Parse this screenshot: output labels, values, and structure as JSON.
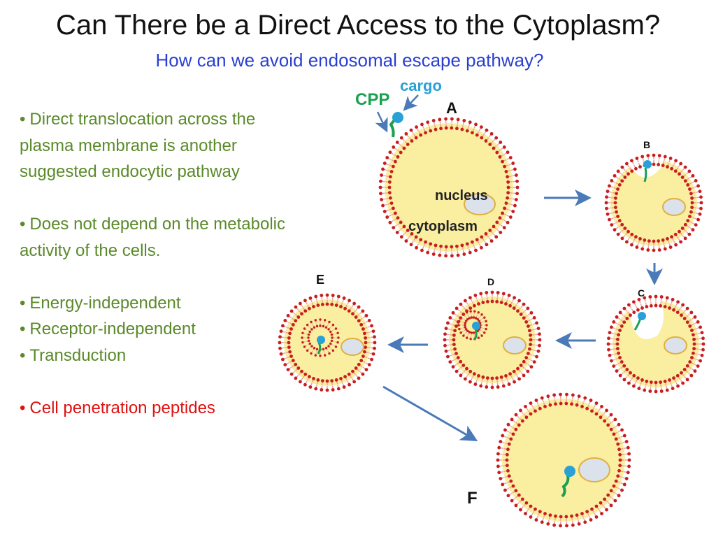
{
  "slide": {
    "title": "Can There be a Direct Access to the Cytoplasm?",
    "subtitle": "How can we avoid endosomal escape pathway?"
  },
  "bullets": [
    {
      "text": "Direct translocation across the plasma membrane is another suggested endocytic pathway",
      "color": "#5a8a2a"
    },
    {
      "text": "Does not depend on the metabolic activity of the cells.",
      "color": "#5a8a2a"
    },
    {
      "text": "Energy-independent",
      "color": "#5a8a2a"
    },
    {
      "text": "Receptor-independent",
      "color": "#5a8a2a"
    },
    {
      "text": "Transduction",
      "color": "#5a8a2a"
    },
    {
      "text": "Cell penetration peptides",
      "color": "#e01010"
    }
  ],
  "diagram": {
    "cpp_label": "CPP",
    "cargo_label": "cargo",
    "nucleus_label": "nucleus",
    "cytoplasm_label": "cytoplasm",
    "panel_labels": {
      "A": "A",
      "B": "B",
      "C": "C",
      "D": "D",
      "E": "E",
      "F": "F"
    }
  },
  "colors": {
    "subtitle": "#2a3fd0",
    "green_text": "#5a8a2a",
    "red_text": "#e01010",
    "cytoplasm_fill": "#faeea0",
    "nucleus_fill": "#dbe2ec",
    "nucleus_stroke": "#e0b040",
    "lipid_head": "#c81e1e",
    "lipid_tail": "#e8a0a0",
    "arrow": "#4a7ab8",
    "cpp_green": "#1aa050",
    "cargo_blue": "#2aa0d8"
  }
}
